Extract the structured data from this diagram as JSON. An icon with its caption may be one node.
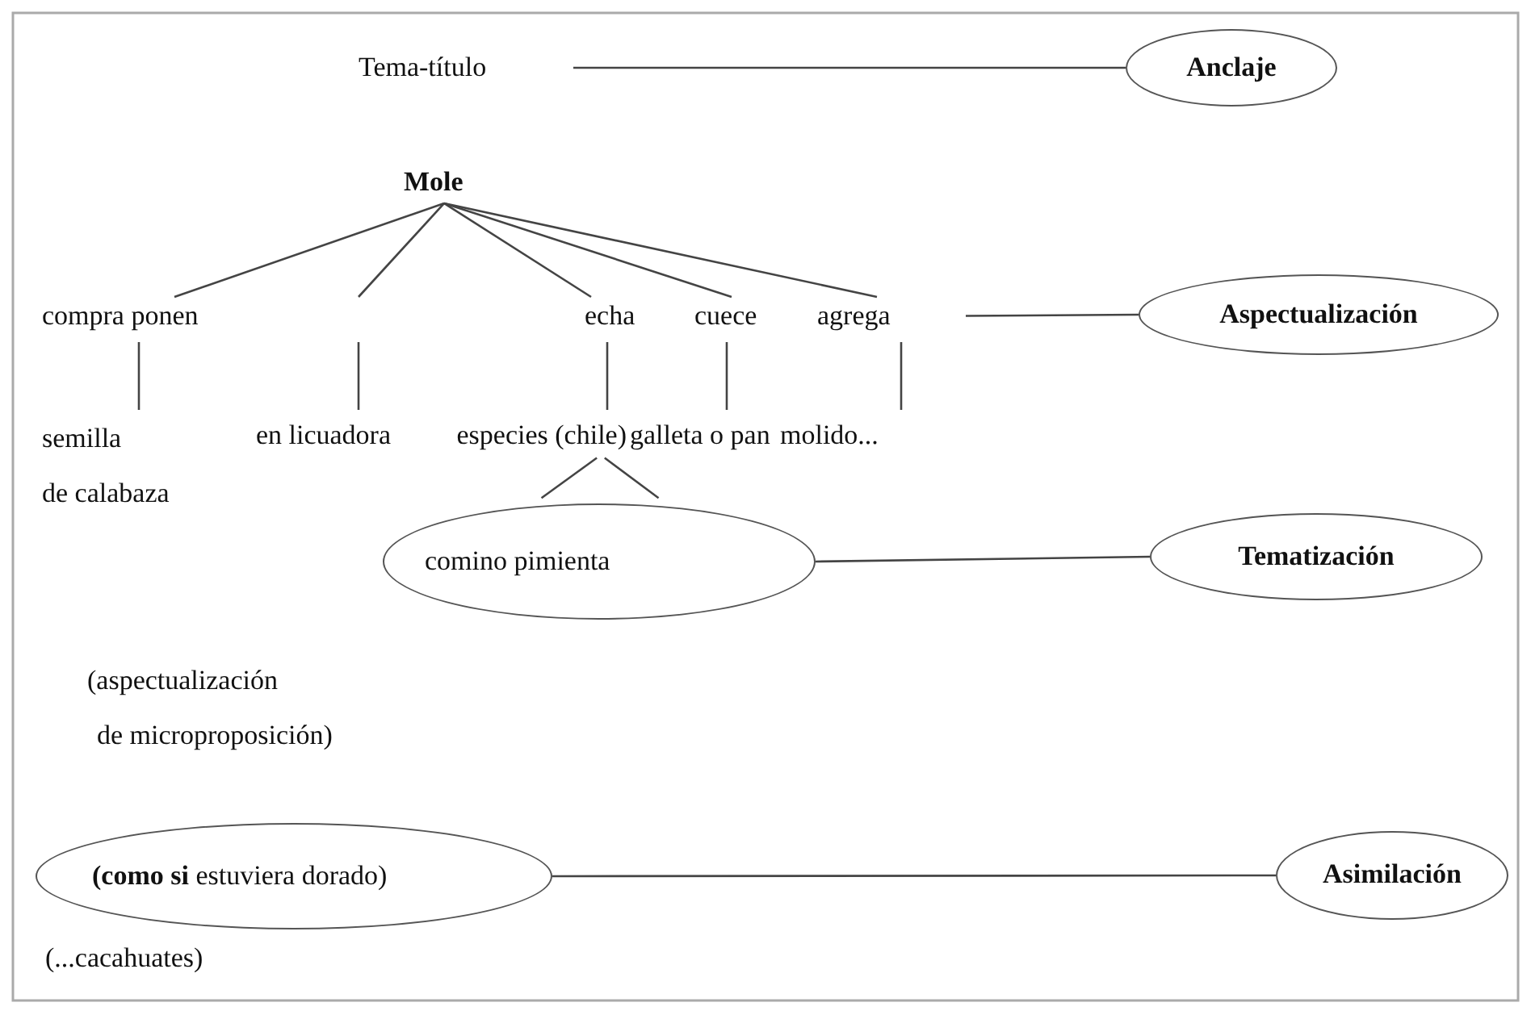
{
  "diagram": {
    "nodes": [
      {
        "text": [
          "Tema-título"
        ]
      },
      {
        "text": [
          "Anclaje"
        ]
      },
      {
        "text": [
          "Mole"
        ]
      },
      {
        "text": [
          "compra ponen"
        ]
      },
      {
        "text": [
          "echa"
        ]
      },
      {
        "text": [
          "cuece"
        ]
      },
      {
        "text": [
          "agrega"
        ]
      },
      {
        "text": [
          "Aspectualización"
        ]
      },
      {
        "text": [
          "semilla",
          "de calabaza"
        ]
      },
      {
        "text": [
          "en licuadora"
        ]
      },
      {
        "text": [
          "especies (chile)"
        ]
      },
      {
        "text": [
          "galleta o pan"
        ]
      },
      {
        "text": [
          "molido..."
        ]
      },
      {
        "text": [
          "comino pimienta"
        ]
      },
      {
        "text": [
          "Tematización"
        ]
      },
      {
        "text": [
          "**(como si** estuviera dorado)"
        ],
        "beside": [
          "(...cacahuates)"
        ]
      },
      {
        "text": [
          "Asimilación"
        ]
      }
    ],
    "edges": [
      {
        "from": 0,
        "to": 1,
        "arrow": "none"
      },
      {
        "from": 2,
        "to": 3,
        "arrow": "none"
      },
      {
        "from": 2,
        "to": null,
        "arrow": "none"
      },
      {
        "from": 2,
        "to": 4,
        "arrow": "none"
      },
      {
        "from": 2,
        "to": 5,
        "arrow": "none"
      },
      {
        "from": 2,
        "to": 6,
        "arrow": "none"
      },
      {
        "from": 6,
        "to": 7,
        "arrow": "none"
      },
      {
        "from": 3,
        "to": 8,
        "arrow": "none"
      },
      {
        "from": null,
        "to": 9,
        "arrow": "none"
      },
      {
        "from": 4,
        "to": 10,
        "arrow": "none"
      },
      {
        "from": 5,
        "to": 11,
        "arrow": "none"
      },
      {
        "from": 6,
        "to": 12,
        "arrow": "none"
      },
      {
        "from": 10,
        "to": 13,
        "arrow": "none"
      },
      {
        "from": 10,
        "to": 13,
        "arrow": "none"
      },
      {
        "from": 13,
        "to": 14,
        "arrow": "none"
      },
      {
        "from": 15,
        "to": 16,
        "arrow": "none"
      }
    ],
    "labels": [
      "(aspectualización",
      "de microproposición)"
    ]
  }
}
